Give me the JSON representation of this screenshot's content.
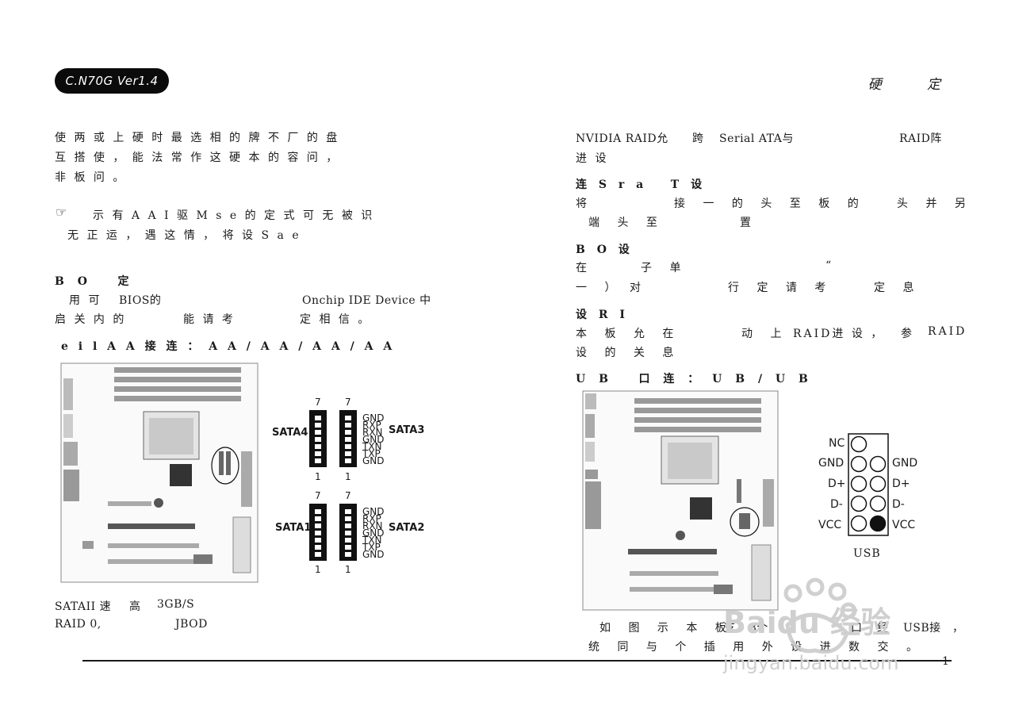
{
  "header": {
    "badge": "C.N70G  Ver1.4",
    "title": "硬 定"
  },
  "left": {
    "p1": [
      "使 两 或 上 硬 时 最 选 相 的 牌 不 厂 的 盘",
      "互 搭 使 ， 能 法 常 作 这 硬 本 的 容 问 ，",
      "非 板 问 。"
    ],
    "note_icon": "hand-pointer-icon",
    "note": [
      "示 有 A A I 驱 M s e 的 定 式 可 无 被 识",
      "无 正 运 ， 遇 这 情 ， 将 设 S a e"
    ],
    "bios_heading": "B O   定",
    "bios_lines": [
      [
        "用 可",
        "BIOS的",
        "Onchip IDE Device 中"
      ],
      [
        "启 关 内 的",
        "能 请 考",
        "定 相 信 。"
      ]
    ],
    "sata_heading": "e i l A A 接 连 ： A A / A A / A A / A A",
    "sata_connectors": [
      {
        "name": "SATA4",
        "pin_top": "7",
        "pin_bottom": "1"
      },
      {
        "name": "SATA3",
        "pin_top": "7",
        "pin_bottom": "1"
      },
      {
        "name": "SATA1",
        "pin_top": "7",
        "pin_bottom": "1"
      },
      {
        "name": "SATA2",
        "pin_top": "7",
        "pin_bottom": "1"
      }
    ],
    "sata_pins": [
      "GND",
      "RXP",
      "RXN",
      "GND",
      "TXN",
      "TXP",
      "GND"
    ],
    "speed_lines": [
      [
        "SATAII 速",
        "高",
        "3GB/S"
      ],
      [
        "RAID 0,",
        "JBOD"
      ]
    ]
  },
  "right": {
    "raid_intro": [
      [
        "NVIDIA RAID允",
        "跨",
        "Serial ATA与",
        "RAID阵"
      ],
      [
        "进 设"
      ]
    ],
    "connect_heading": "连 S r a   T 设",
    "connect_lines": [
      [
        "将",
        "接 一 的 头 至 板 的",
        "头 并 另"
      ],
      [
        "端 头 至",
        "置"
      ]
    ],
    "bios_heading": "B O 设",
    "bios_lines": [
      [
        "在",
        "子 单",
        "“"
      ],
      [
        "一 ）",
        "对",
        "行 定 请 考",
        "定 息"
      ]
    ],
    "raid_heading": "设 R I",
    "raid_lines": [
      [
        "本 板 允 在",
        "动 上",
        "RAID进 设 ，",
        "参",
        "RAID"
      ],
      [
        "设 的 关 息"
      ]
    ],
    "usb_heading": "U B   口 连 ： U B / U B",
    "usb_pins_left": [
      "NC",
      "GND",
      "D+",
      "D-",
      "VCC"
    ],
    "usb_pins_right": [
      "GND",
      "D+",
      "D-",
      "VCC"
    ],
    "usb_label": "USB",
    "usb_lines": [
      [
        "如 图 示 本 板",
        "支",
        "8个",
        "口",
        "经",
        "USB接",
        "，"
      ],
      [
        "统 同 与 个 插 用 外 设 进 数 交 。"
      ]
    ]
  },
  "footer": {
    "page_number": "1"
  },
  "watermark": {
    "brand": "Baidu 经验",
    "url": "jingyan.baidu.com"
  }
}
